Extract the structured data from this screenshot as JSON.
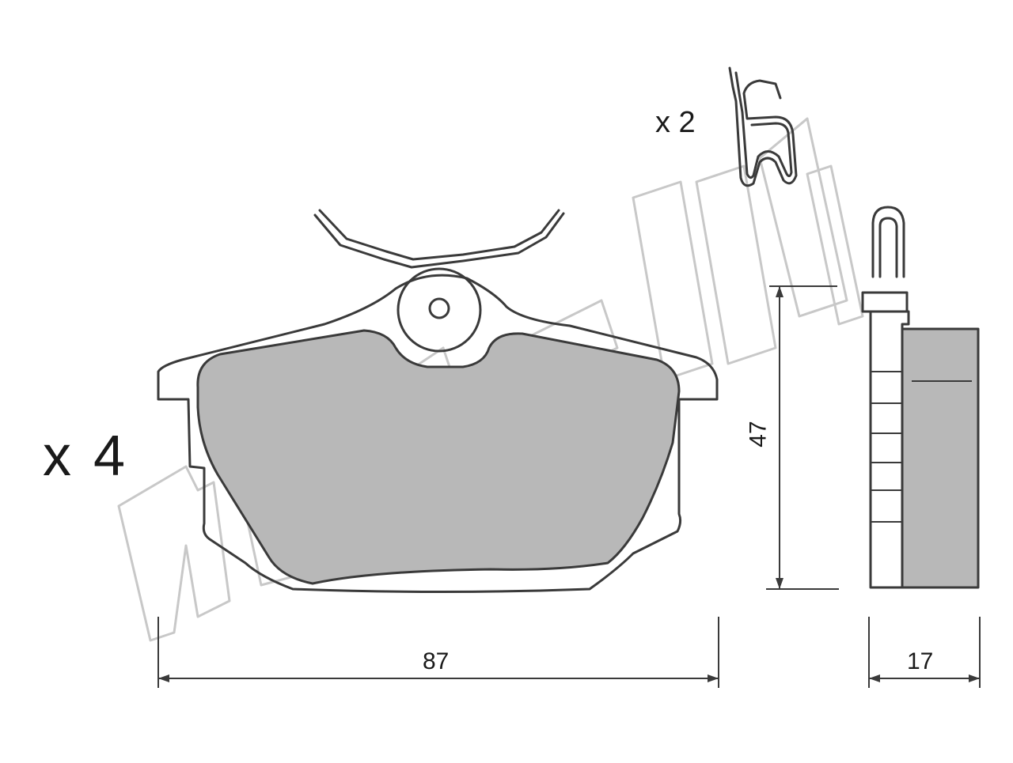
{
  "labels": {
    "pad_quantity": "x 4",
    "spring_quantity": "x 2",
    "width_dimension": "87",
    "height_dimension": "47",
    "thickness_dimension": "17"
  },
  "watermark_text": "metelli",
  "colors": {
    "line": "#3a3a3a",
    "friction_fill": "#b8b8b8",
    "watermark": "#c8c8c8",
    "background": "#ffffff"
  }
}
